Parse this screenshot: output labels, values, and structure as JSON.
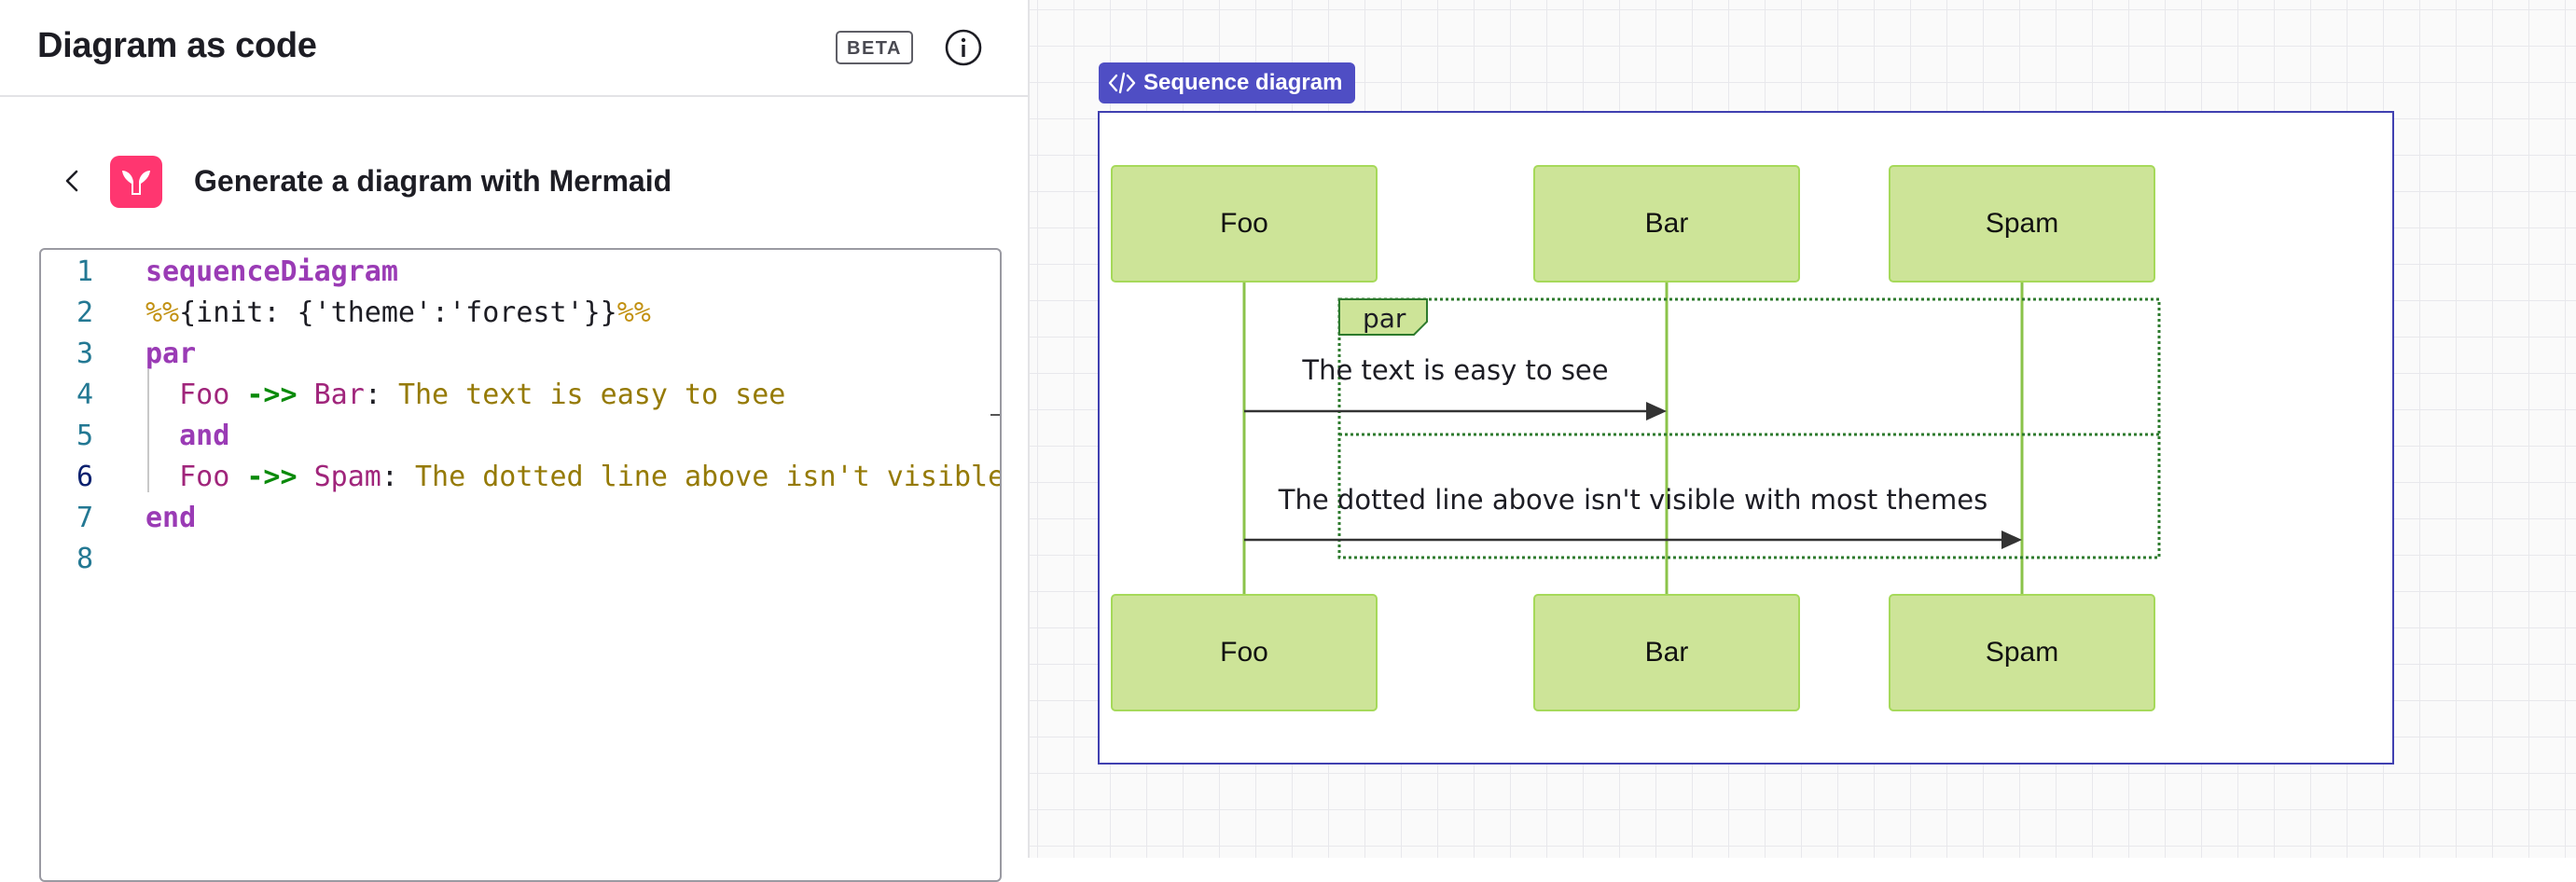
{
  "panel": {
    "title": "Diagram as code",
    "beta_badge": "BETA",
    "sub_title": "Generate a diagram with Mermaid"
  },
  "editor": {
    "lines": [
      {
        "num": "1",
        "tokens": [
          {
            "t": "sequenceDiagram",
            "c": "kw"
          }
        ]
      },
      {
        "num": "2",
        "tokens": [
          {
            "t": "%%",
            "c": "dir"
          },
          {
            "t": "{init: {'theme':'forest'}}",
            "c": "plain"
          },
          {
            "t": "%%",
            "c": "dir"
          }
        ]
      },
      {
        "num": "3",
        "tokens": [
          {
            "t": "par",
            "c": "kw"
          }
        ]
      },
      {
        "num": "4",
        "tokens": [
          {
            "t": "  ",
            "c": "plain"
          },
          {
            "t": "Foo",
            "c": "actor"
          },
          {
            "t": " ",
            "c": "plain"
          },
          {
            "t": "->>",
            "c": "arrow"
          },
          {
            "t": " ",
            "c": "plain"
          },
          {
            "t": "Bar",
            "c": "actor"
          },
          {
            "t": ": ",
            "c": "plain"
          },
          {
            "t": "The text is easy to see",
            "c": "msg"
          }
        ]
      },
      {
        "num": "5",
        "tokens": [
          {
            "t": "  ",
            "c": "plain"
          },
          {
            "t": "and",
            "c": "kw"
          }
        ]
      },
      {
        "num": "6",
        "tokens": [
          {
            "t": "  ",
            "c": "plain"
          },
          {
            "t": "Foo",
            "c": "actor"
          },
          {
            "t": " ",
            "c": "plain"
          },
          {
            "t": "->>",
            "c": "arrow"
          },
          {
            "t": " ",
            "c": "plain"
          },
          {
            "t": "Spam",
            "c": "actor"
          },
          {
            "t": ": ",
            "c": "plain"
          },
          {
            "t": "The dotted line above isn't visible with most themes",
            "c": "msg"
          }
        ]
      },
      {
        "num": "7",
        "tokens": [
          {
            "t": "end",
            "c": "kw"
          }
        ]
      },
      {
        "num": "8",
        "tokens": []
      }
    ],
    "active_line": "6"
  },
  "canvas": {
    "frame_label": "Sequence diagram"
  },
  "diagram": {
    "participants": [
      "Foo",
      "Bar",
      "Spam"
    ],
    "par_label": "par",
    "messages": [
      {
        "from": "Foo",
        "to": "Bar",
        "text": "The text is easy to see"
      },
      {
        "from": "Foo",
        "to": "Spam",
        "text": "The dotted line above isn't visible with most themes"
      }
    ]
  },
  "colors": {
    "actor_fill": "#cde498",
    "actor_stroke": "#a6d95a",
    "lifeline": "#8bc34a",
    "par_border": "#2d7a2d",
    "frame_border": "#4040b0",
    "frame_label_bg": "#4f4ec4",
    "mermaid_logo": "#ff3670"
  },
  "icons": {
    "info": "info-circle-icon",
    "back": "chevron-left-icon",
    "logo": "mermaid-logo-icon",
    "code": "code-brackets-icon"
  }
}
